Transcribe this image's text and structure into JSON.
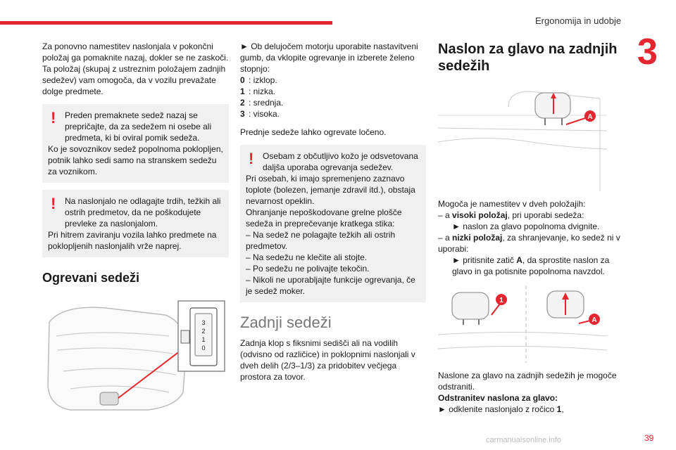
{
  "header": {
    "section": "Ergonomija in udobje",
    "chapter_number": "3",
    "page_number": "39",
    "watermark": "carmanualsonline.info"
  },
  "col1": {
    "para1": "Za ponovno namestitev naslonjala v pokončni položaj ga pomaknite nazaj, dokler se ne zaskoči.",
    "para2": "Ta položaj (skupaj z ustreznim položajem zadnjih sedežev) vam omogoča, da v vozilu prevažate dolge predmete.",
    "warn1_line1": "Preden premaknete sedež nazaj se prepričajte, da za sedežem ni osebe ali predmeta, ki bi oviral pomik sedeža.",
    "warn1_line2": "Ko je sovoznikov sedež popolnoma poklopljen, potnik lahko sedi samo na stranskem sedežu za voznikom.",
    "warn2_line1": "Na naslonjalo ne odlagajte trdih, težkih ali ostrih predmetov, da ne poškodujete prevleke za naslonjalom.",
    "warn2_line2": "Pri hitrem zaviranju vozila lahko predmete na poklopljenih naslonjalih vrže naprej.",
    "heading": "Ogrevani sedeži",
    "dial_labels": [
      "0",
      "1",
      "2",
      "3"
    ]
  },
  "col2": {
    "para1": "► Ob delujočem motorju uporabite nastavitveni gumb, da vklopite ogrevanje in izberete želeno stopnjo:",
    "levels": [
      {
        "k": "0",
        "v": ": izklop."
      },
      {
        "k": "1",
        "v": ": nizka."
      },
      {
        "k": "2",
        "v": ": srednja."
      },
      {
        "k": "3",
        "v": ": visoka."
      }
    ],
    "para2": "Prednje sedeže lahko ogrevate ločeno.",
    "warn_line1": "Osebam z občutljivo kožo je odsvetovana daljša uporaba ogrevanja sedežev.",
    "warn_line2": "Pri osebah, ki imajo spremenjeno zaznavo toplote (bolezen, jemanje zdravil itd.), obstaja nevarnost opeklin.",
    "warn_line3": "Ohranjanje nepoškodovane grelne plošče sedeža in preprečevanje kratkega stika:",
    "warn_items": [
      "– Na sedež ne polagajte težkih ali ostrih predmetov.",
      "– Na sedežu ne klečite ali stojte.",
      "– Po sedežu ne polivajte tekočin.",
      "– Nikoli ne uporabljajte funkcije ogrevanja, če je sedež moker."
    ],
    "heading": "Zadnji sedeži",
    "para3": "Zadnja klop s fiksnimi sedišči ali na vodilih (odvisno od različice) in poklopnimi naslonjali v dveh delih (2/3–1/3) za pridobitev večjega prostora za tovor."
  },
  "col3": {
    "heading": "Naslon za glavo na zadnjih sedežih",
    "callout_a": "A",
    "callout_1": "1",
    "intro": "Mogoča je namestitev v dveh položajih:",
    "item1_pre": "– a ",
    "item1_bold": "visoki položaj",
    "item1_post": ", pri uporabi sedeža:",
    "item1_sub": "► naslon za glavo popolnoma dvignite.",
    "item2_pre": "– a ",
    "item2_bold": "nizki položaj",
    "item2_post": ", za shranjevanje, ko sedež ni v uporabi:",
    "item2_sub_pre": "► pritisnite zatič ",
    "item2_sub_bold": "A",
    "item2_sub_post": ", da sprostite naslon za glavo in ga potisnite popolnoma navzdol.",
    "para_remove": "Naslone za glavo na zadnjih sedežih je mogoče odstraniti.",
    "remove_heading": "Odstranitev naslona za glavo:",
    "remove_step_pre": "► odklenite naslonjalo z ročico ",
    "remove_step_bold": "1",
    "remove_step_post": ","
  },
  "colors": {
    "accent": "#e3262f",
    "warn_bg": "#f0f0f0"
  }
}
